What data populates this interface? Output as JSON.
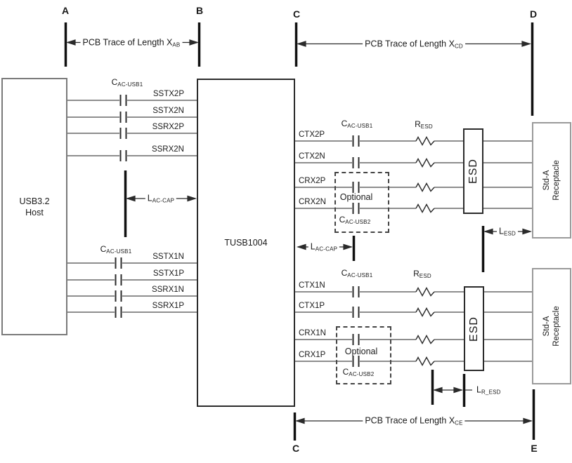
{
  "points": {
    "a": "A",
    "b": "B",
    "c": "C",
    "d": "D",
    "e": "E"
  },
  "traces": {
    "ab": {
      "main": "PCB Trace of Length X",
      "sub": "AB"
    },
    "cd": {
      "main": "PCB Trace of Length X",
      "sub": "CD"
    },
    "ce": {
      "main": "PCB Trace of Length X",
      "sub": "CE"
    }
  },
  "blocks": {
    "host": {
      "line1": "USB3.2",
      "line2": "Host"
    },
    "redriver": "TUSB1004",
    "esd": "ESD",
    "receptacle": {
      "line1": "Std-A",
      "line2": "Receptacle"
    }
  },
  "signals": {
    "host_ch2": [
      "SSTX2P",
      "SSTX2N",
      "SSRX2P",
      "SSRX2N"
    ],
    "host_ch1": [
      "SSTX1N",
      "SSTX1P",
      "SSRX1N",
      "SSRX1P"
    ],
    "conn_ch2": [
      "CTX2P",
      "CTX2N",
      "CRX2P",
      "CRX2N"
    ],
    "conn_ch1": [
      "CTX1N",
      "CTX1P",
      "CRX1N",
      "CRX1P"
    ]
  },
  "components": {
    "cac_usb1": {
      "main": "C",
      "sub": "AC-USB1"
    },
    "cac_usb2": {
      "main": "C",
      "sub": "AC-USB2"
    },
    "resd": {
      "main": "R",
      "sub": "ESD"
    },
    "lac_cap": {
      "main": "L",
      "sub": "AC-CAP"
    },
    "lesd": {
      "main": "L",
      "sub": "ESD"
    },
    "lr_esd": {
      "main": "L",
      "sub": "R_ESD"
    },
    "optional": "Optional"
  },
  "colors": {
    "wire": "#4a4a4a",
    "component": "#2b2b2b",
    "bar": "#111111",
    "host_border": "#7a7a7a",
    "receptacle_border": "#9a9a9a",
    "background": "#ffffff"
  }
}
